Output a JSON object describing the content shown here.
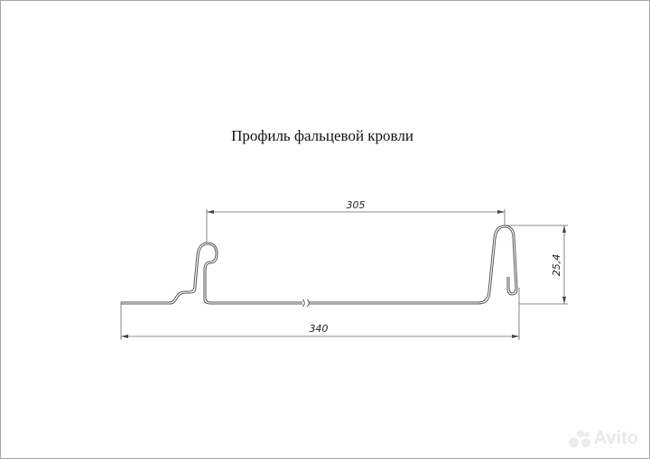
{
  "title": "Профиль фальцевой кровли",
  "drawing": {
    "type": "roof seam profile cross-section",
    "stroke_color": "#444444",
    "dim_line_color": "#555555",
    "dimensions": {
      "top_width": "305",
      "overall_width": "340",
      "seam_height": "25,4"
    }
  },
  "watermark": {
    "text": "Avito",
    "icon": "avito-dots-icon"
  }
}
